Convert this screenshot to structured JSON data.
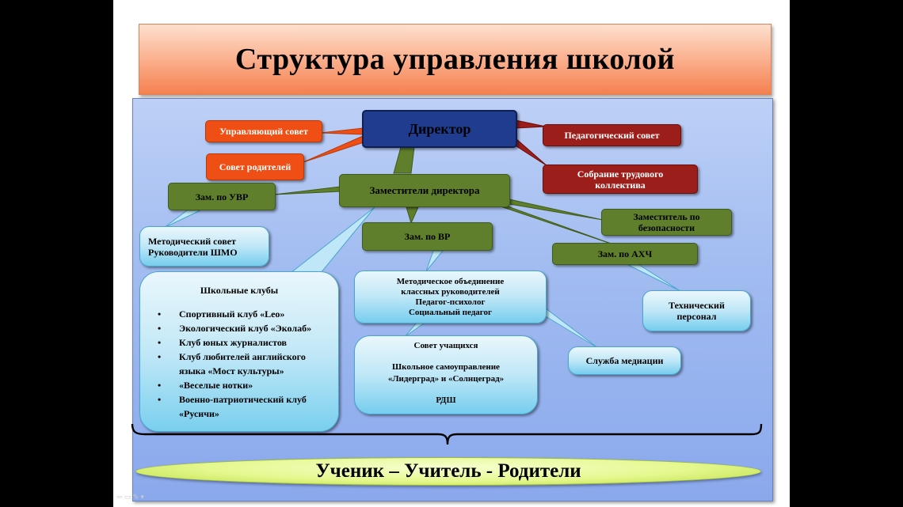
{
  "title": "Структура управления школой",
  "nodes": {
    "director": "Директор",
    "governing_council": "Управляющий совет",
    "parents_council": "Совет родителей",
    "pedagogical_council": "Педагогический совет",
    "labor_meeting": "Собрание трудового коллектива",
    "deputies": "Заместители директора",
    "deputy_uvr": "Зам. по УВР",
    "deputy_vr": "Зам. по ВР",
    "deputy_security": "Заместитель по безопасности",
    "deputy_ahch": "Зам. по АХЧ",
    "method_council": [
      "Методический совет",
      "Руководители ШМО"
    ],
    "method_union": [
      "Методическое объединение",
      "классных руководителей",
      "Педагог-психолог",
      "Социальный педагог"
    ],
    "tech_staff": [
      "Технический",
      "персонал"
    ],
    "mediation": "Служба медиации",
    "student_council": {
      "head": "Совет учащихся",
      "line1": "Школьное самоуправление",
      "line2": "«Лидерград» и «Солнцеград»",
      "line3": "РДШ"
    },
    "school_clubs": {
      "head": "Школьные клубы",
      "items": [
        "Спортивный клуб «Leo»",
        "Экологический клуб «Эколаб»",
        "Клуб юных журналистов",
        "Клуб любителей английского языка «Мост культуры»",
        "«Веселые нотки»",
        "Военно-патриотический клуб «Русичи»"
      ]
    }
  },
  "bottom": "Ученик – Учитель - Родители",
  "colors": {
    "title_orange": "#f5804f",
    "panel_blue": "#a3bdf1",
    "navy": "#1f3c8f",
    "orange": "#ef4f14",
    "dark_red": "#9c1e1a",
    "green": "#5f7f2c",
    "light_cyan": "#bfe7f7",
    "bottom_green": "#e4f88e"
  }
}
